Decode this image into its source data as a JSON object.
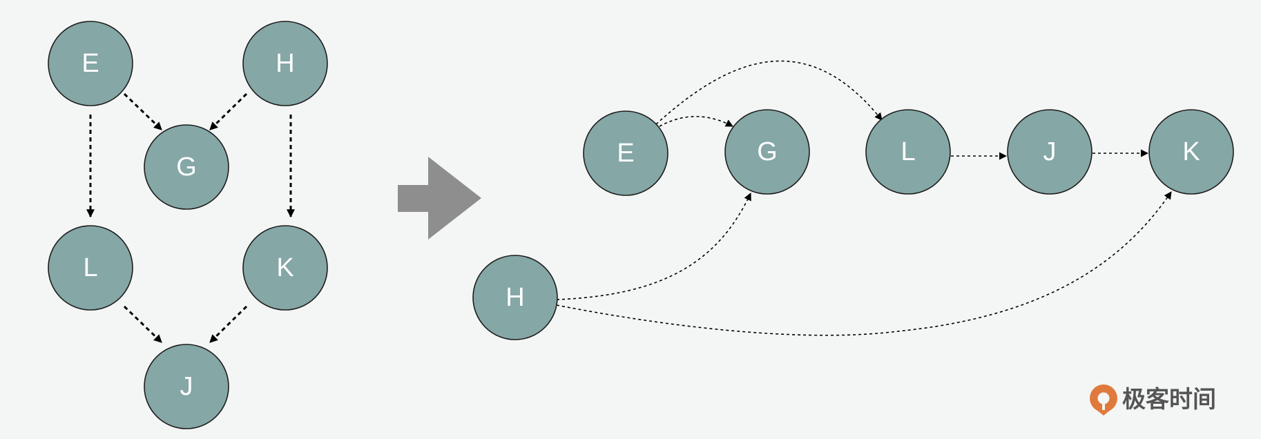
{
  "left_graph": {
    "nodes": [
      "E",
      "H",
      "G",
      "L",
      "K",
      "J"
    ],
    "edges": [
      {
        "from": "E",
        "to": "G"
      },
      {
        "from": "H",
        "to": "G"
      },
      {
        "from": "E",
        "to": "L"
      },
      {
        "from": "H",
        "to": "K"
      },
      {
        "from": "L",
        "to": "J"
      },
      {
        "from": "K",
        "to": "J"
      }
    ]
  },
  "right_graph": {
    "nodes": [
      "E",
      "G",
      "L",
      "J",
      "K",
      "H"
    ],
    "edges": [
      {
        "from": "E",
        "to": "G"
      },
      {
        "from": "E",
        "to": "L"
      },
      {
        "from": "L",
        "to": "J"
      },
      {
        "from": "J",
        "to": "K"
      },
      {
        "from": "H",
        "to": "G"
      },
      {
        "from": "H",
        "to": "K"
      }
    ]
  },
  "colors": {
    "background": "#f4f6f5",
    "node_fill": "#85a7a6",
    "node_stroke": "#1c1c1c",
    "arrow": "#8e8e8e",
    "logo_accent": "#e07a3c",
    "logo_text": "#555555"
  },
  "logo": {
    "text": "极客时间",
    "icon": "geektime-logo-icon"
  }
}
